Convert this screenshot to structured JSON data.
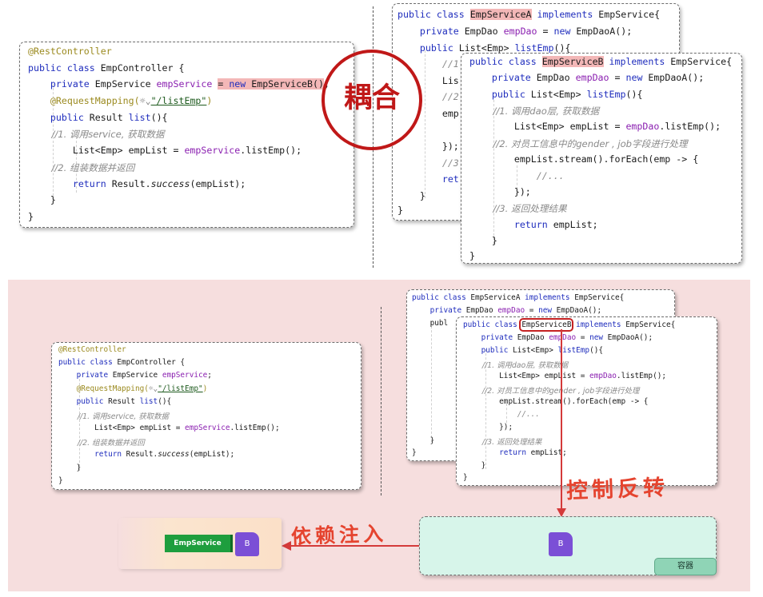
{
  "coupling_label": "耦合",
  "top": {
    "controller": {
      "lines": [
        "@RestController",
        "public class EmpController {",
        "    private EmpService empService = new EmpServiceB();",
        "    @RequestMapping(\"/listEmp\")",
        "    public Result list(){",
        "        //1. 调用service, 获取数据",
        "        List<Emp> empList = empService.listEmp();",
        "        //2. 组装数据并返回",
        "        return Result.success(empList);",
        "    }",
        "}"
      ]
    },
    "serviceA": {
      "lines": [
        "public class EmpServiceA implements EmpService{",
        "    private EmpDao empDao = new EmpDaoA();",
        "    public List<Emp> listEmp(){",
        "        //1",
        "        Lis",
        "        //2",
        "        emp",
        "",
        "        });",
        "        //3",
        "        ret",
        "    }",
        "}"
      ]
    },
    "serviceB": {
      "lines": [
        "public class EmpServiceB implements EmpService{",
        "    private EmpDao empDao = new EmpDaoA();",
        "    public List<Emp> listEmp(){",
        "        //1. 调用dao层, 获取数据",
        "        List<Emp> empList = empDao.listEmp();",
        "        //2. 对员工信息中的gender , job字段进行处理",
        "        empList.stream().forEach(emp -> {",
        "            //...",
        "        });",
        "        //3. 返回处理结果",
        "        return empList;",
        "    }",
        "}"
      ]
    }
  },
  "bottom": {
    "controller": {
      "lines": [
        "@RestController",
        "public class EmpController {",
        "    private EmpService empService;",
        "    @RequestMapping(\"/listEmp\")",
        "    public Result list(){",
        "        //1. 调用service, 获取数据",
        "        List<Emp> empList = empService.listEmp();",
        "        //2. 组装数据并返回",
        "        return Result.success(empList);",
        "    }",
        "}"
      ]
    },
    "serviceA": {
      "lines": [
        "public class EmpServiceA implements EmpService{",
        "    private EmpDao empDao = new EmpDaoA();",
        "    publ"
      ]
    },
    "serviceB": {
      "lines": [
        "public class EmpServiceB implements EmpService{",
        "    private EmpDao empDao = new EmpDaoA();",
        "    public List<Emp> listEmp(){",
        "        //1. 调用dao层, 获取数据",
        "        List<Emp> empList = empDao.listEmp();",
        "        //2. 对员工信息中的gender , job字段进行处理",
        "        empList.stream().forEach(emp -> {",
        "            //...",
        "        });",
        "        //3. 返回处理结果",
        "        return empList;",
        "    }",
        "}"
      ]
    },
    "ioc_label": "控制反转",
    "di_label": "依赖注入",
    "empservice_tag": "EmpService",
    "bean_b_left": "B",
    "bean_b_right": "B",
    "container_label": "容器"
  },
  "colors": {
    "coupling_ring": "#c01818",
    "highlight": "#f3b7b7",
    "arrow": "#d43a3a",
    "bottom_bg": "#f6dede",
    "container_fill": "#d7f5ea",
    "container_tab": "#8fd4b6",
    "bean_purple": "#7b4fd6",
    "tag_green": "#1e9e3e",
    "injected_fill": "#fbe5cf",
    "hand_label": "#e5442f"
  }
}
